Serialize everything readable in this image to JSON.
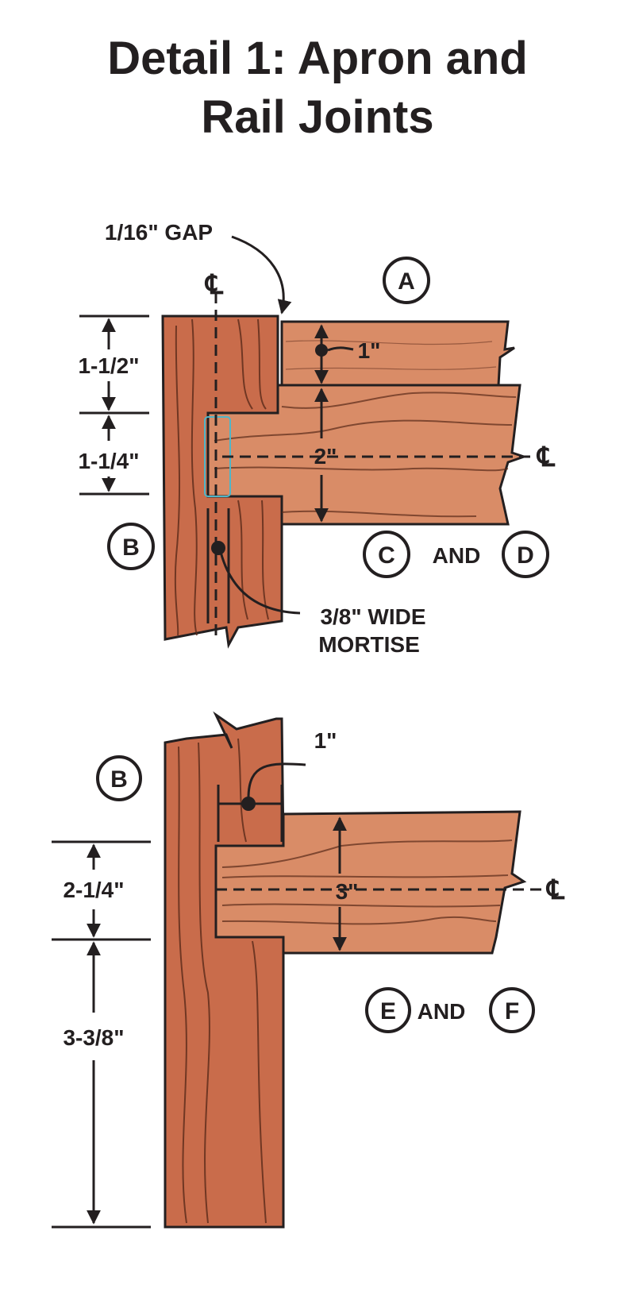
{
  "title": {
    "line1": "Detail 1: Apron and",
    "line2": "Rail Joints"
  },
  "colors": {
    "wood_post": "#c96c4b",
    "wood_rail": "#d98c67",
    "grain": "#5a2a1a",
    "ink": "#231f20",
    "mortise_outline": "#4fb6c8"
  },
  "detail_top": {
    "gap_label": "1/16\" GAP",
    "centerline_symbol": "℄",
    "parts": {
      "a": "A",
      "b": "B",
      "c": "C",
      "d": "D",
      "and": "AND"
    },
    "dims": {
      "upper": "1-1/2\"",
      "lower": "1-1/4\"",
      "rail_a_offset": "1\"",
      "rail_cd_width": "2\""
    },
    "mortise_label_1": "3/8\" WIDE",
    "mortise_label_2": "MORTISE"
  },
  "detail_bottom": {
    "centerline_symbol": "℄",
    "parts": {
      "b": "B",
      "e": "E",
      "f": "F",
      "and": "AND"
    },
    "dims": {
      "upper": "2-1/4\"",
      "lower": "3-3/8\"",
      "tenon_offset": "1\"",
      "rail_width": "3\""
    }
  }
}
